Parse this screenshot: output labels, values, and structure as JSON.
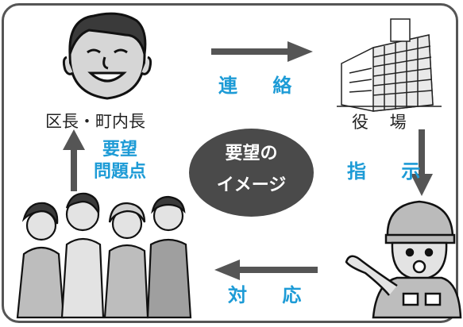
{
  "nodes": {
    "chief": "区長・町内長",
    "office": "役 場",
    "center_line1": "要望の",
    "center_line2": "イメージ"
  },
  "edges": {
    "top": "連 絡",
    "right": "指 示",
    "bottom": "対 応",
    "left_line1": "要望",
    "left_line2": "問題点"
  },
  "colors": {
    "arrow": "#555555",
    "edge_label": "#1d9bd6",
    "center_fill": "#4a4a4a"
  }
}
